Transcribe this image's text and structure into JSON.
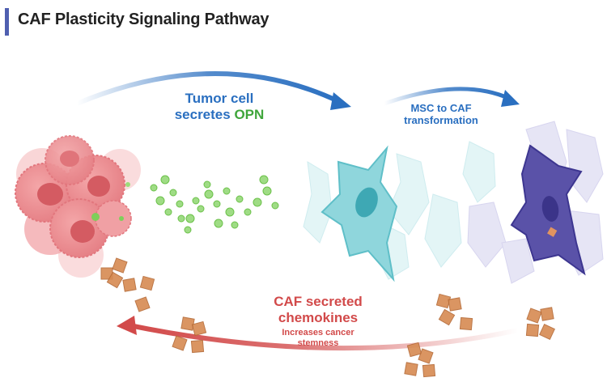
{
  "title": "CAF Plasticity Signaling Pathway",
  "steps": {
    "tumor_line1": "Tumor cell",
    "tumor_line2_prefix": "secretes ",
    "tumor_line2_highlight": "OPN",
    "msc_line1": "MSC to CAF",
    "msc_line2": "transformation",
    "caf_line1": "CAF secreted",
    "caf_line2": "chemokines",
    "caf_sub1": "Increases cancer",
    "caf_sub2": "stemness"
  },
  "colors": {
    "accent_bar": "#4f5fb0",
    "arrow_blue": "#2a6fc0",
    "opn_green": "#3fa63b",
    "arrow_red": "#d24a4a",
    "tumor_pink": "#e87f85",
    "msc_cyan": "#8fd6dc",
    "caf_purple": "#5a52a8",
    "chemokine_orange": "#d68a52"
  }
}
